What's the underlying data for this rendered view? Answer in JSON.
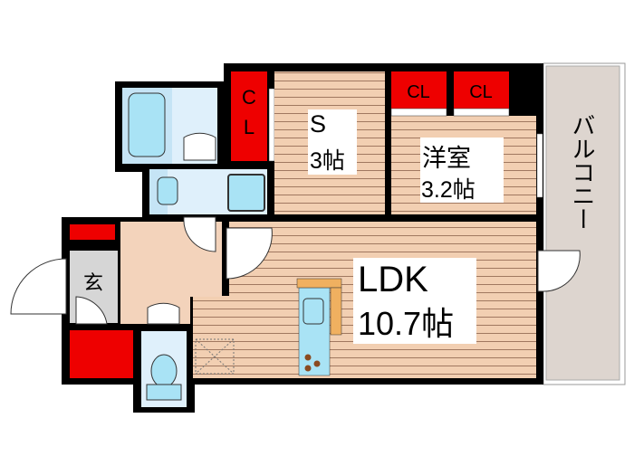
{
  "floorplan": {
    "rooms": {
      "s_room": {
        "name": "S",
        "size": "3帖"
      },
      "western_room": {
        "name": "洋室",
        "size": "3.2帖"
      },
      "ldk": {
        "name": "LDK",
        "size": "10.7帖"
      },
      "entrance": {
        "name": "玄"
      },
      "balcony": {
        "name": "バルコニー"
      }
    },
    "closets": {
      "left": {
        "label_line1": "C",
        "label_line2": "L"
      },
      "western_a": {
        "label": "CL"
      },
      "western_b": {
        "label": "CL"
      }
    },
    "colors": {
      "wall": "#000000",
      "closet": "#ee0000",
      "wood_floor": "#f2cfb2",
      "wood_stripe": "#a07860",
      "hall_floor": "#f3d3bb",
      "wet_area": "#dff0fb",
      "fixture": "#a9e3f5",
      "entrance_floor": "#d6d6d6",
      "balcony": "#ddd5cf",
      "counter": "#f0b060"
    }
  }
}
